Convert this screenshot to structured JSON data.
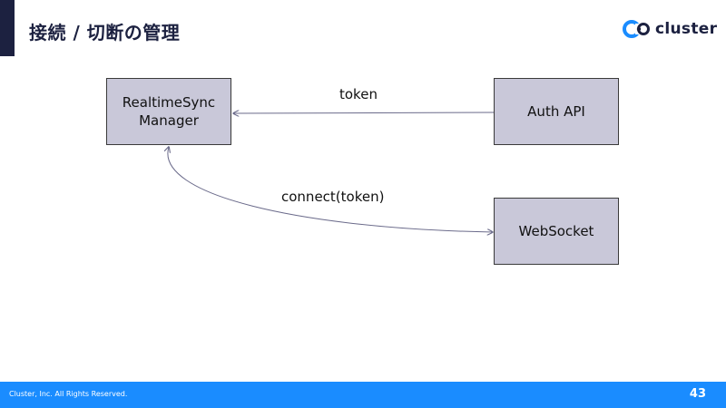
{
  "header": {
    "title": "接続 / 切断の管理",
    "logo_text": "cluster",
    "logo_icon": "cluster-logo-icon",
    "accent_color": "#1c2140"
  },
  "diagram": {
    "nodes": {
      "realtime_sync_manager": {
        "line1": "RealtimeSync",
        "line2": "Manager"
      },
      "auth_api": {
        "label": "Auth API"
      },
      "websocket": {
        "label": "WebSocket"
      }
    },
    "edges": {
      "token": {
        "label": "token",
        "from": "Auth API",
        "to": "RealtimeSync Manager"
      },
      "connect": {
        "label": "connect(token)",
        "from": "RealtimeSync Manager",
        "to": "WebSocket"
      }
    },
    "node_fill": "#c9c8d9"
  },
  "footer": {
    "copyright": "Cluster, Inc. All Rights Reserved.",
    "page_number": "43",
    "bar_color": "#1a8cff"
  }
}
